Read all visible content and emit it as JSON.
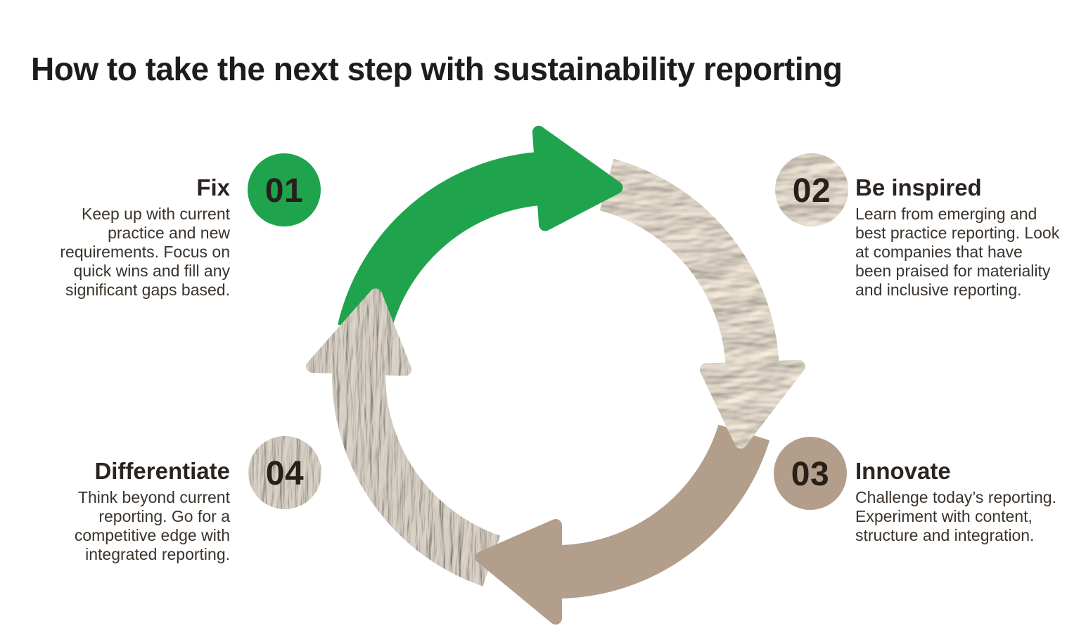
{
  "title": "How to take the next step with sustainability reporting",
  "colors": {
    "green": "#1fa34d",
    "tan": "#b29e8b",
    "water_base": "#cbbfae",
    "grass_base": "#b7afa4",
    "number_text": "#27201a",
    "heading_text": "#2b2420",
    "body_text": "#3b332c",
    "title_text": "#1d1d1d"
  },
  "cycle": {
    "type": "circular-process",
    "direction": "clockwise",
    "segments": 4,
    "segment_styles": [
      "solid-green",
      "water-photo-texture",
      "solid-tan",
      "grass-photo-texture"
    ]
  },
  "steps": [
    {
      "number": "01",
      "label": "Fix",
      "description": "Keep up with current\npractice and new\nrequirements. Focus on\nquick wins and fill any\nsignificant gaps based.",
      "swatch": "solid-green"
    },
    {
      "number": "02",
      "label": "Be inspired",
      "description": "Learn from emerging and\nbest practice reporting. Look\nat companies that have\nbeen praised for materiality\nand inclusive reporting.",
      "swatch": "water-texture"
    },
    {
      "number": "03",
      "label": "Innovate",
      "description": "Challenge today’s reporting.\nExperiment with content,\nstructure and integration.",
      "swatch": "solid-tan"
    },
    {
      "number": "04",
      "label": "Differentiate",
      "description": "Think beyond current\nreporting. Go for a\ncompetitive edge with\nintegrated reporting.",
      "swatch": "grass-texture"
    }
  ]
}
